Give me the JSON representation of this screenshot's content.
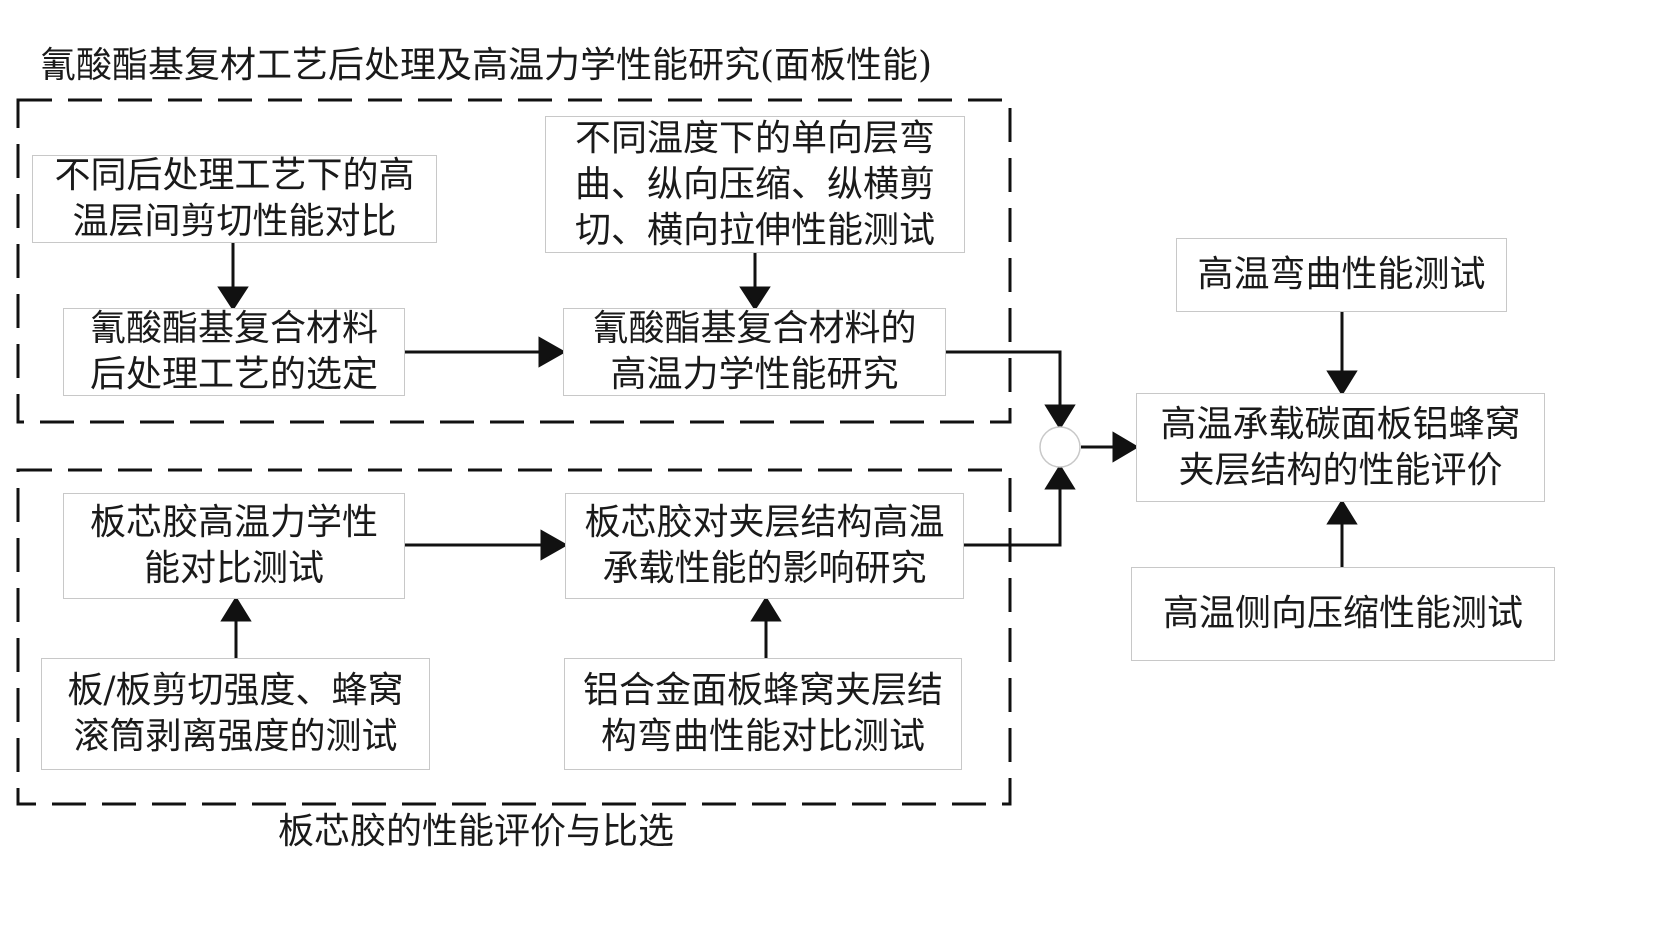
{
  "groups": {
    "top_title": "氰酸酯基复材工艺后处理及高温力学性能研究(面板性能)",
    "bottom_title": "板芯胶的性能评价与比选"
  },
  "boxes": {
    "post_process_shear": "不同后处理工艺下的高\n温层间剪切性能对比",
    "temp_tests": "不同温度下的单向层弯\n曲、纵向压缩、纵横剪\n切、横向拉伸性能测试",
    "post_process_select": "氰酸酯基复合材料\n后处理工艺的选定",
    "high_temp_mech": "氰酸酯基复合材料的\n高温力学性能研究",
    "adhesive_compare": "板芯胶高温力学性\n能对比测试",
    "adhesive_effect": "板芯胶对夹层结构高温\n承载性能的影响研究",
    "shear_peel_tests": "板/板剪切强度、蜂窝\n滚筒剥离强度的测试",
    "al_bending": "铝合金面板蜂窝夹层结\n构弯曲性能对比测试",
    "hot_bending": "高温弯曲性能测试",
    "evaluation": "高温承载碳面板铝蜂窝\n夹层结构的性能评价",
    "lateral_compression": "高温侧向压缩性能测试"
  }
}
